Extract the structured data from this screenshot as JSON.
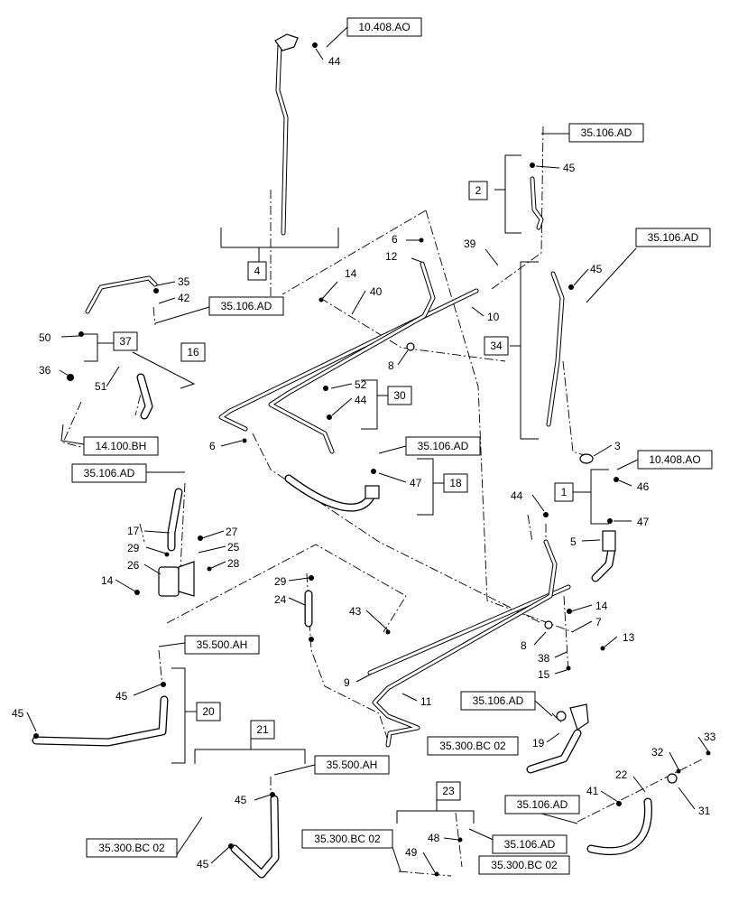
{
  "references": [
    {
      "id": "ref-10408ao-top",
      "text": "10.408.AO"
    },
    {
      "id": "ref-35106ad-upper-right",
      "text": "35.106.AD"
    },
    {
      "id": "ref-35106ad-right",
      "text": "35.106.AD"
    },
    {
      "id": "ref-35106ad-left",
      "text": "35.106.AD"
    },
    {
      "id": "ref-14100bh",
      "text": "14.100.BH"
    },
    {
      "id": "ref-35106ad-mid-left",
      "text": "35.106.AD"
    },
    {
      "id": "ref-35106ad-center",
      "text": "35.106.AD"
    },
    {
      "id": "ref-10408ao-right",
      "text": "10.408.AO"
    },
    {
      "id": "ref-35500ah-left",
      "text": "35.500.AH"
    },
    {
      "id": "ref-35500ah-bottom",
      "text": "35.500.AH"
    },
    {
      "id": "ref-35106ad-lower-mid",
      "text": "35.106.AD"
    },
    {
      "id": "ref-35300bc02-mid",
      "text": "35.300.BC 02"
    },
    {
      "id": "ref-35106ad-lower-right",
      "text": "35.106.AD"
    },
    {
      "id": "ref-35300bc02-left",
      "text": "35.300.BC 02"
    },
    {
      "id": "ref-35300bc02-bottom",
      "text": "35.300.BC 02"
    },
    {
      "id": "ref-35106ad-bottom",
      "text": "35.106.AD"
    },
    {
      "id": "ref-35300bc02-bottom-right",
      "text": "35.300.BC 02"
    }
  ],
  "assemblies": [
    {
      "id": "asm-4",
      "text": "4"
    },
    {
      "id": "asm-2",
      "text": "2"
    },
    {
      "id": "asm-34",
      "text": "34"
    },
    {
      "id": "asm-37",
      "text": "37"
    },
    {
      "id": "asm-16",
      "text": "16"
    },
    {
      "id": "asm-30",
      "text": "30"
    },
    {
      "id": "asm-18",
      "text": "18"
    },
    {
      "id": "asm-1",
      "text": "1"
    },
    {
      "id": "asm-20",
      "text": "20"
    },
    {
      "id": "asm-21",
      "text": "21"
    },
    {
      "id": "asm-23",
      "text": "23"
    }
  ],
  "callouts": [
    {
      "id": "c44-top",
      "text": "44"
    },
    {
      "id": "c45-top",
      "text": "45"
    },
    {
      "id": "c45-right",
      "text": "45"
    },
    {
      "id": "c6-top",
      "text": "6"
    },
    {
      "id": "c12",
      "text": "12"
    },
    {
      "id": "c39",
      "text": "39"
    },
    {
      "id": "c35",
      "text": "35"
    },
    {
      "id": "c42",
      "text": "42"
    },
    {
      "id": "c14-top",
      "text": "14"
    },
    {
      "id": "c40",
      "text": "40"
    },
    {
      "id": "c10",
      "text": "10"
    },
    {
      "id": "c50",
      "text": "50"
    },
    {
      "id": "c36",
      "text": "36"
    },
    {
      "id": "c51",
      "text": "51"
    },
    {
      "id": "c8-top",
      "text": "8"
    },
    {
      "id": "c52",
      "text": "52"
    },
    {
      "id": "c44-mid",
      "text": "44"
    },
    {
      "id": "c6-mid",
      "text": "6"
    },
    {
      "id": "c3",
      "text": "3"
    },
    {
      "id": "c47-mid",
      "text": "47"
    },
    {
      "id": "c46",
      "text": "46"
    },
    {
      "id": "c44-right",
      "text": "44"
    },
    {
      "id": "c47-right",
      "text": "47"
    },
    {
      "id": "c5",
      "text": "5"
    },
    {
      "id": "c17",
      "text": "17"
    },
    {
      "id": "c27",
      "text": "27"
    },
    {
      "id": "c29-left",
      "text": "29"
    },
    {
      "id": "c25",
      "text": "25"
    },
    {
      "id": "c26",
      "text": "26"
    },
    {
      "id": "c28",
      "text": "28"
    },
    {
      "id": "c14-left",
      "text": "14"
    },
    {
      "id": "c29-mid",
      "text": "29"
    },
    {
      "id": "c24",
      "text": "24"
    },
    {
      "id": "c43",
      "text": "43"
    },
    {
      "id": "c14-right",
      "text": "14"
    },
    {
      "id": "c7",
      "text": "7"
    },
    {
      "id": "c13",
      "text": "13"
    },
    {
      "id": "c8-low",
      "text": "8"
    },
    {
      "id": "c38",
      "text": "38"
    },
    {
      "id": "c15",
      "text": "15"
    },
    {
      "id": "c9",
      "text": "9"
    },
    {
      "id": "c45-low",
      "text": "45"
    },
    {
      "id": "c45-far-left",
      "text": "45"
    },
    {
      "id": "c11",
      "text": "11"
    },
    {
      "id": "c19",
      "text": "19"
    },
    {
      "id": "c33",
      "text": "33"
    },
    {
      "id": "c32",
      "text": "32"
    },
    {
      "id": "c22",
      "text": "22"
    },
    {
      "id": "c41",
      "text": "41"
    },
    {
      "id": "c31",
      "text": "31"
    },
    {
      "id": "c45-bottom",
      "text": "45"
    },
    {
      "id": "c48",
      "text": "48"
    },
    {
      "id": "c49",
      "text": "49"
    },
    {
      "id": "c45-bottom-left",
      "text": "45"
    }
  ]
}
